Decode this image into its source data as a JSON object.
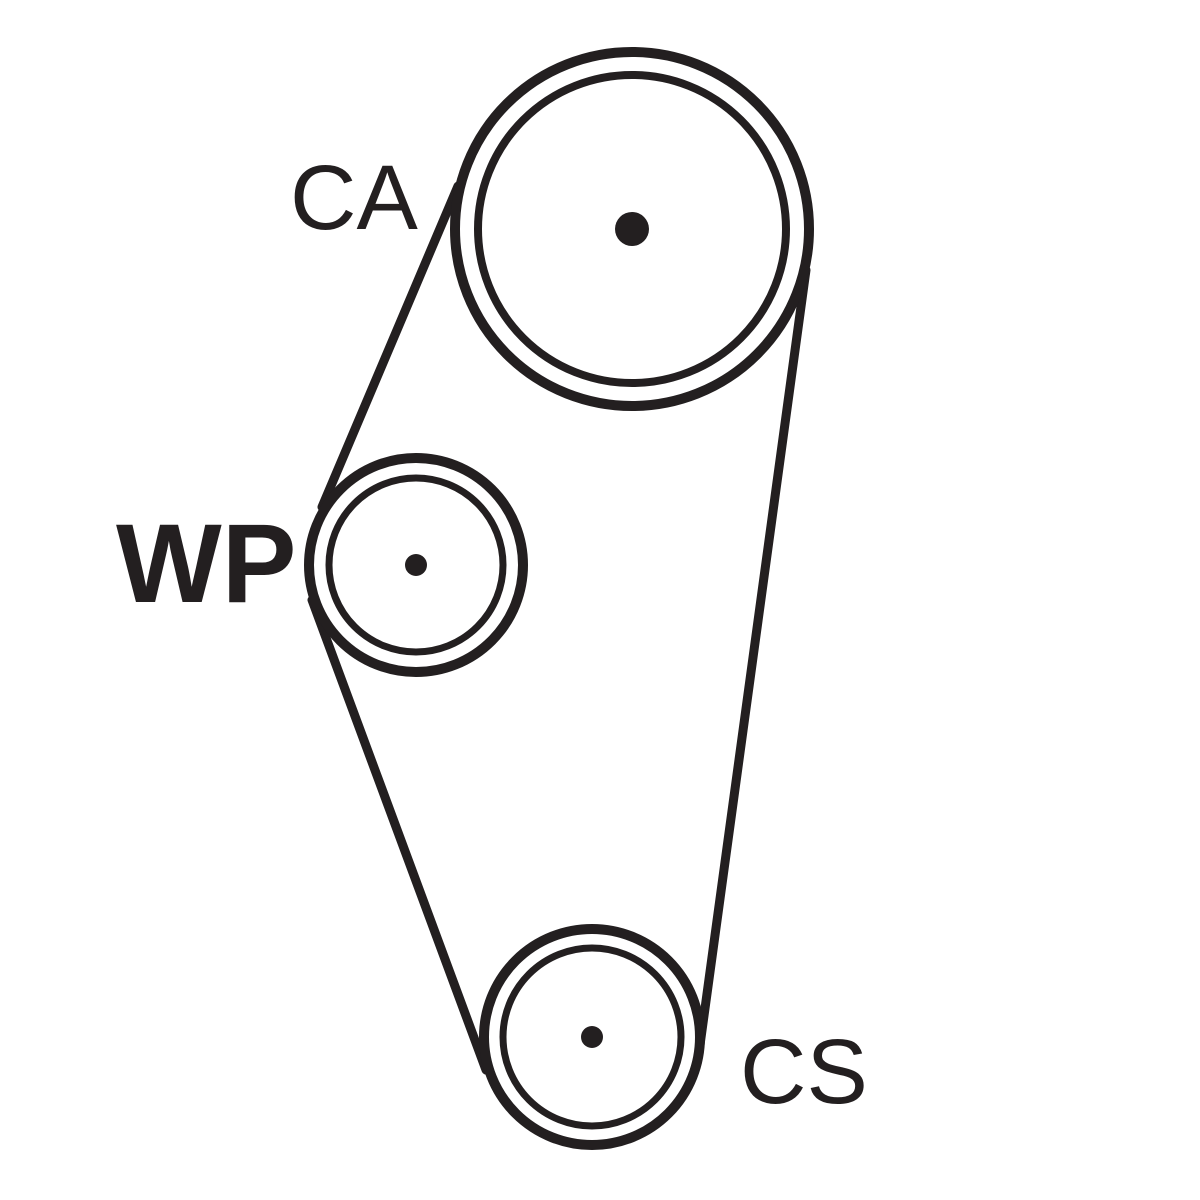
{
  "colors": {
    "ink": "#231f20",
    "background": "#ffffff"
  },
  "labels": {
    "ca": "CA",
    "wp": "WP",
    "cs": "CS"
  },
  "pulleys": [
    {
      "id": "ca",
      "label": "CA"
    },
    {
      "id": "wp",
      "label": "WP"
    },
    {
      "id": "cs",
      "label": "CS"
    }
  ]
}
